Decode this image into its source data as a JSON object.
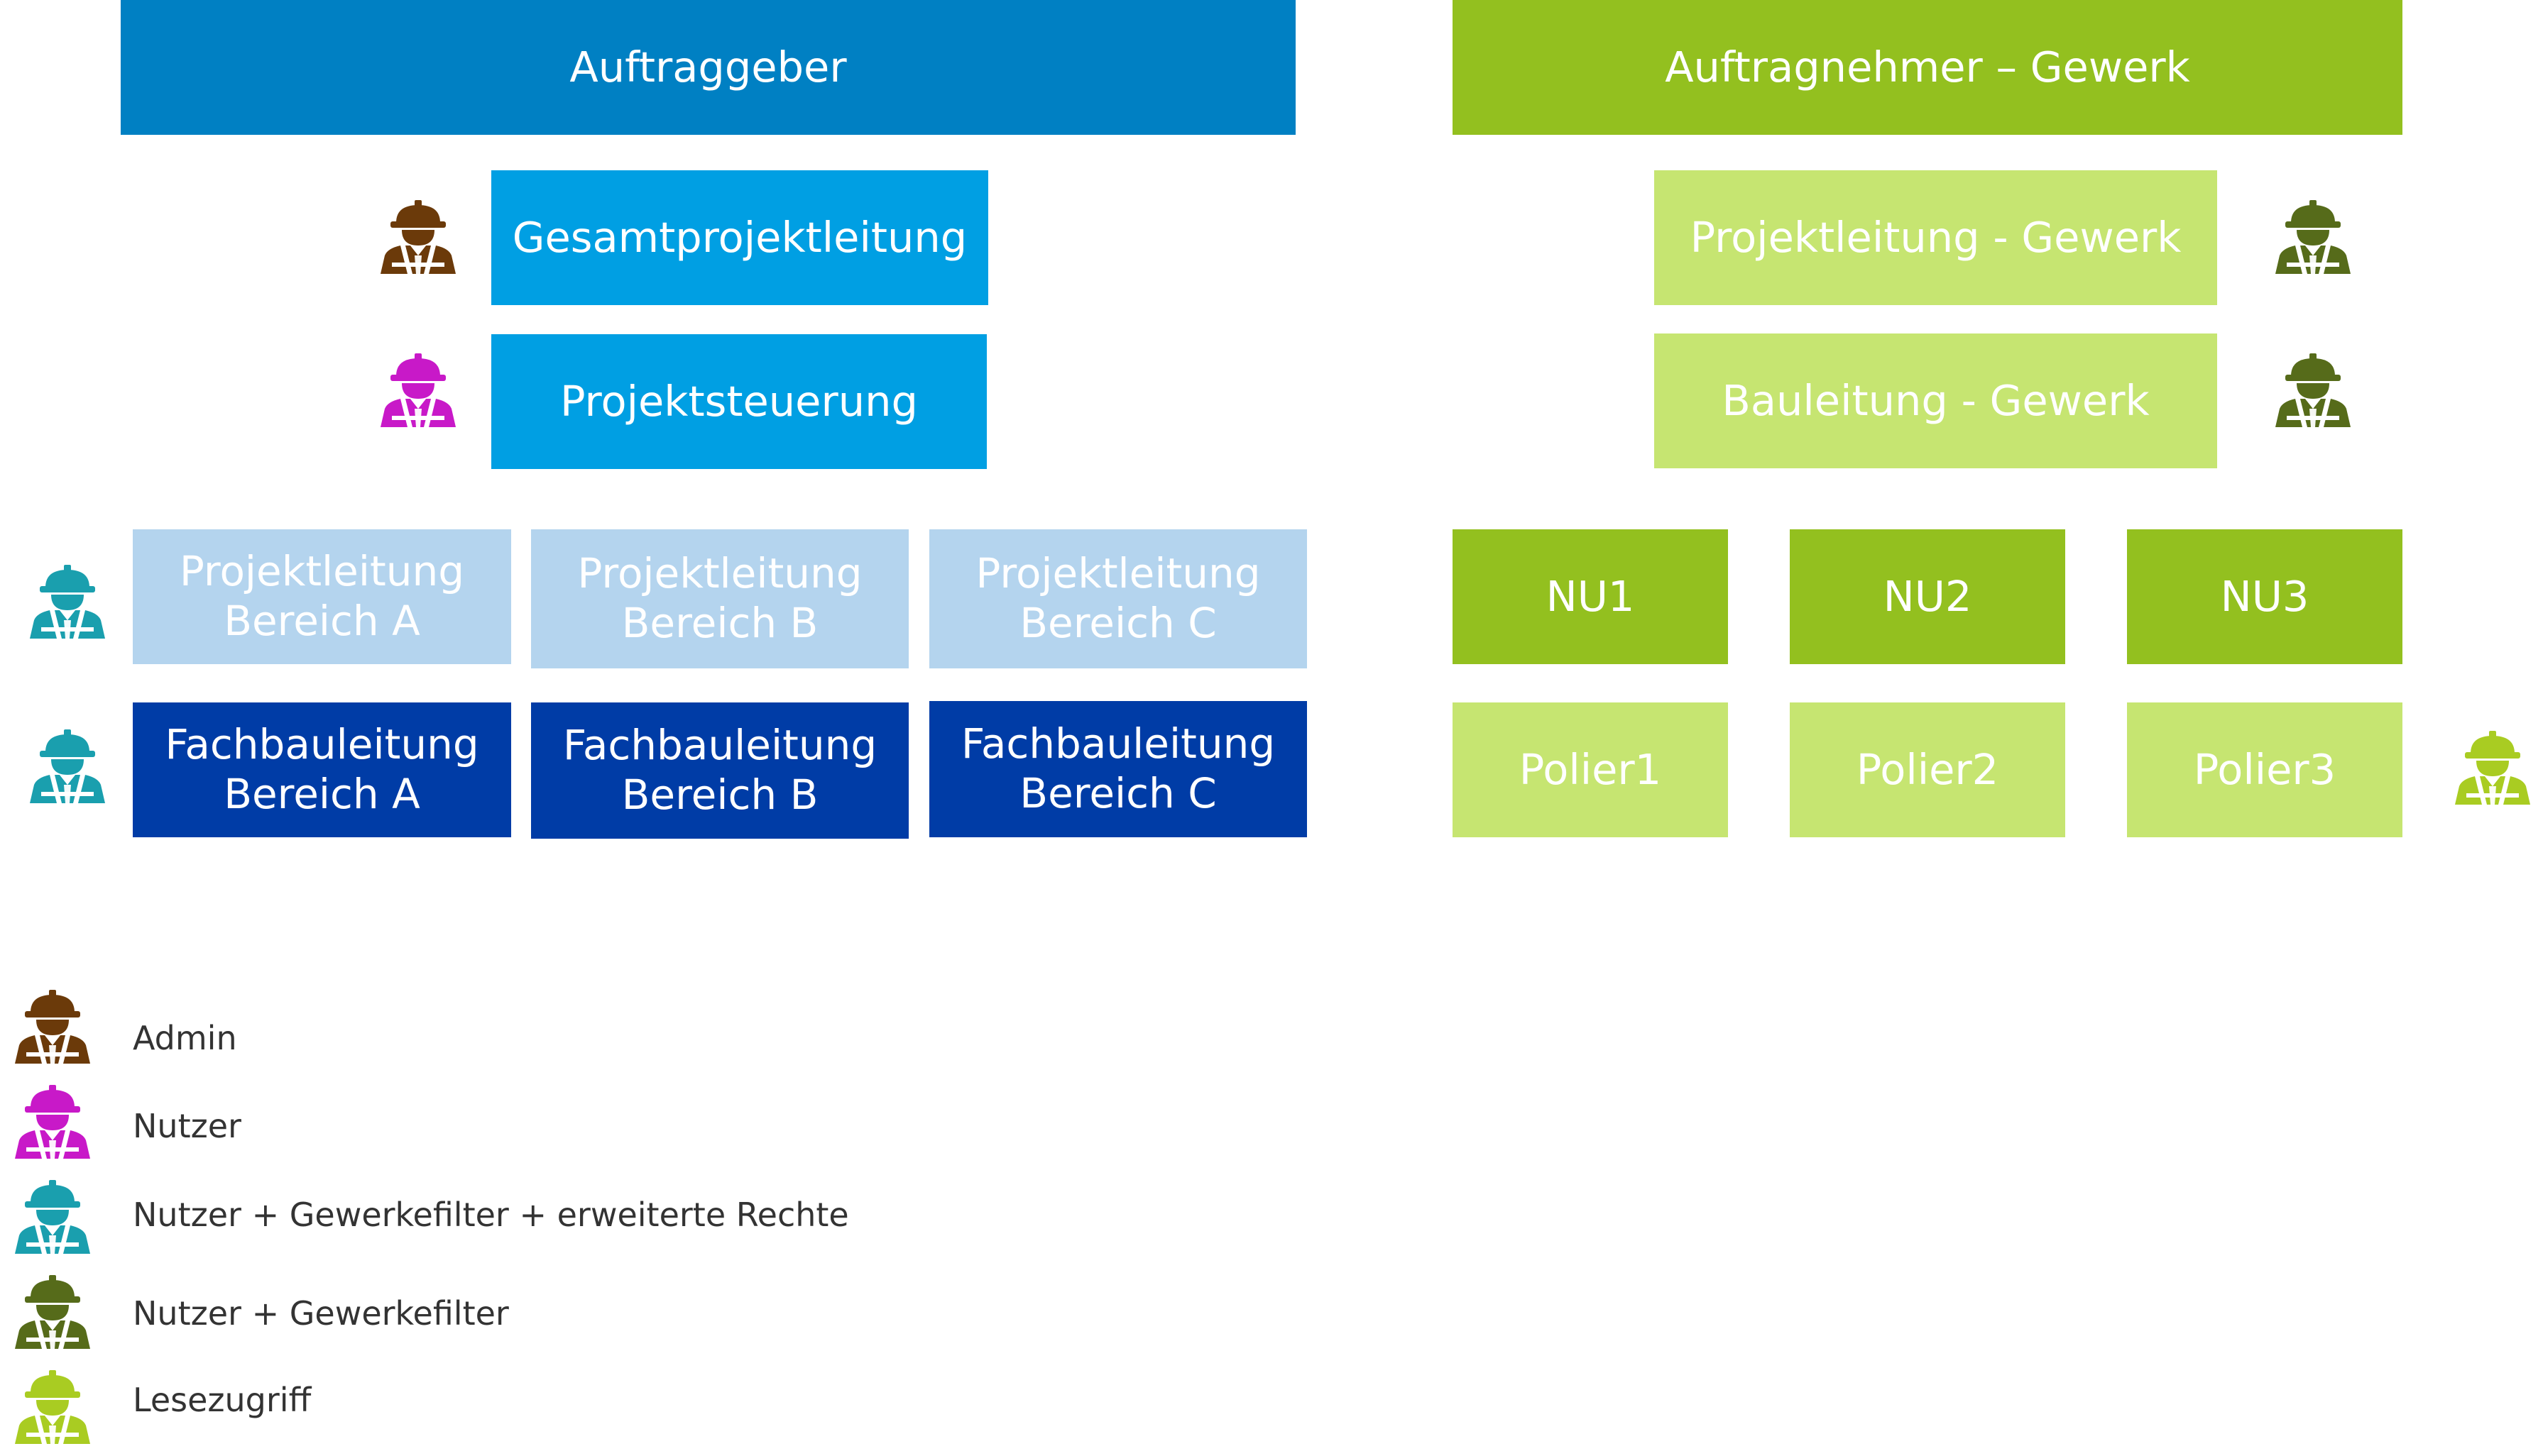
{
  "colors": {
    "client_header": "#0080c3",
    "client_top": "#009fe3",
    "client_area_lead": "#b4d4ee",
    "client_site_lead": "#003ca6",
    "contractor_header": "#93c01f",
    "contractor_light": "#c6e571",
    "contractor_nu": "#93c01f",
    "role_admin": "#6b3a0a",
    "role_user": "#c819c8",
    "role_user_filter_rights": "#1a9fae",
    "role_user_filter": "#566b1a",
    "role_read": "#a9cc22"
  },
  "client": {
    "header": "Auftraggeber",
    "levels": [
      {
        "label": "Gesamtprojektleitung",
        "icon": "worker-icon",
        "role": "role_admin"
      },
      {
        "label": "Projektsteuerung",
        "icon": "worker-icon",
        "role": "role_user"
      }
    ],
    "area_leads": [
      "Projektleitung\nBereich A",
      "Projektleitung\nBereich B",
      "Projektleitung\nBereich C"
    ],
    "site_leads": [
      "Fachbauleitung\nBereich A",
      "Fachbauleitung\nBereich B",
      "Fachbauleitung\nBereich C"
    ]
  },
  "contractor": {
    "header": "Auftragnehmer – Gewerk",
    "levels": [
      {
        "label": "Projektleitung - Gewerk",
        "icon": "worker-icon",
        "role": "role_user_filter"
      },
      {
        "label": "Bauleitung - Gewerk",
        "icon": "worker-icon",
        "role": "role_user_filter"
      }
    ],
    "subcontractors": [
      "NU1",
      "NU2",
      "NU3"
    ],
    "foremen": [
      "Polier1",
      "Polier2",
      "Polier3"
    ]
  },
  "legend": [
    {
      "label": "Admin",
      "role": "role_admin"
    },
    {
      "label": "Nutzer",
      "role": "role_user"
    },
    {
      "label": "Nutzer + Gewerkefilter + erweiterte Rechte",
      "role": "role_user_filter_rights"
    },
    {
      "label": "Nutzer + Gewerkefilter",
      "role": "role_user_filter"
    },
    {
      "label": "Lesezugriff",
      "role": "role_read"
    }
  ]
}
